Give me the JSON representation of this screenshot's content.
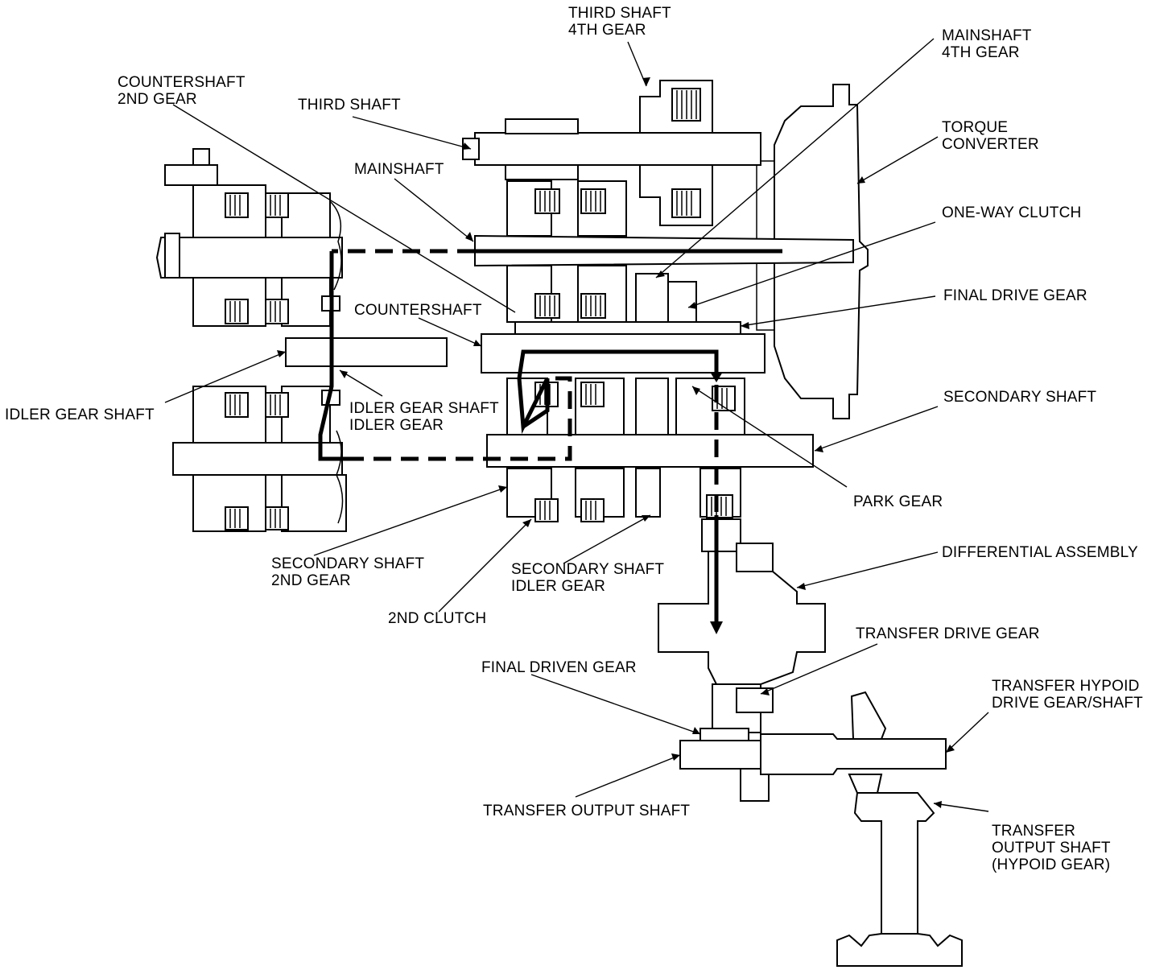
{
  "labels": {
    "third_shaft_4th_gear": [
      "THIRD SHAFT",
      "4TH GEAR"
    ],
    "mainshaft_4th_gear": [
      "MAINSHAFT",
      "4TH GEAR"
    ],
    "countershaft_2nd_gear": [
      "COUNTERSHAFT",
      "2ND GEAR"
    ],
    "third_shaft": [
      "THIRD SHAFT"
    ],
    "torque_converter": [
      "TORQUE",
      "CONVERTER"
    ],
    "mainshaft": [
      "MAINSHAFT"
    ],
    "one_way_clutch": [
      "ONE-WAY CLUTCH"
    ],
    "final_drive_gear": [
      "FINAL DRIVE GEAR"
    ],
    "countershaft": [
      "COUNTERSHAFT"
    ],
    "secondary_shaft": [
      "SECONDARY SHAFT"
    ],
    "idler_gear_shaft": [
      "IDLER GEAR SHAFT"
    ],
    "idler_gear_shaft_idler_gear": [
      "IDLER GEAR SHAFT",
      "IDLER GEAR"
    ],
    "park_gear": [
      "PARK GEAR"
    ],
    "secondary_shaft_2nd_gear": [
      "SECONDARY SHAFT",
      "2ND GEAR"
    ],
    "secondary_shaft_idler_gear": [
      "SECONDARY SHAFT",
      "IDLER GEAR"
    ],
    "differential_assembly": [
      "DIFFERENTIAL ASSEMBLY"
    ],
    "second_clutch": [
      "2ND CLUTCH"
    ],
    "transfer_drive_gear": [
      "TRANSFER DRIVE GEAR"
    ],
    "final_driven_gear": [
      "FINAL DRIVEN GEAR"
    ],
    "transfer_hypoid_drive_gear_shaft": [
      "TRANSFER HYPOID",
      "DRIVE GEAR/SHAFT"
    ],
    "transfer_output_shaft": [
      "TRANSFER OUTPUT SHAFT"
    ],
    "transfer_output_shaft_hypoid_gear": [
      "TRANSFER",
      "OUTPUT SHAFT",
      "(HYPOID GEAR)"
    ]
  },
  "colors": {
    "ink": "#000000",
    "paper": "#ffffff"
  }
}
